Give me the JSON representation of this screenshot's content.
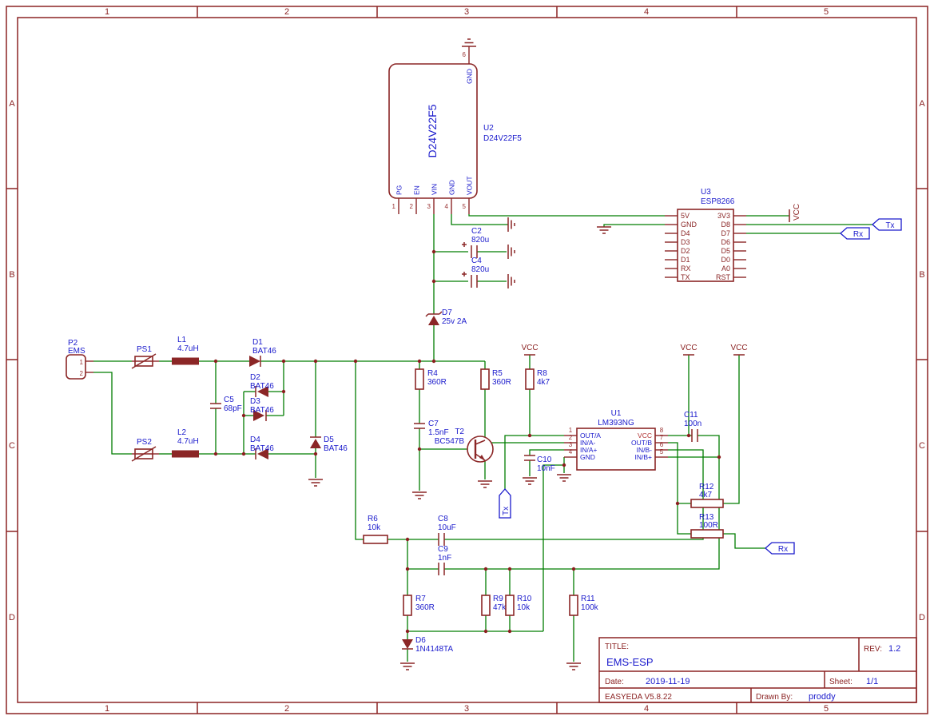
{
  "frame": {
    "cols": [
      "1",
      "2",
      "3",
      "4",
      "5"
    ],
    "rows": [
      "A",
      "B",
      "C",
      "D"
    ]
  },
  "power": {
    "vcc": "VCC"
  },
  "net_flags": {
    "tx": "Tx",
    "rx": "Rx"
  },
  "title_block": {
    "title_label": "TITLE:",
    "title": "EMS-ESP",
    "rev_label": "REV:",
    "rev": "1.2",
    "date_label": "Date:",
    "date": "2019-11-19",
    "sheet_label": "Sheet:",
    "sheet": "1/1",
    "tool": "EASYEDA V5.8.22",
    "drawn_by_label": "Drawn By:",
    "drawn_by": "proddy"
  },
  "components": {
    "u2": {
      "ref": "U2",
      "value": "D24V22F5",
      "body": "D24V22F5",
      "pins": [
        {
          "num": "1",
          "name": "PG"
        },
        {
          "num": "2",
          "name": "EN"
        },
        {
          "num": "3",
          "name": "VIN"
        },
        {
          "num": "4",
          "name": "GND"
        },
        {
          "num": "5",
          "name": "VOUT"
        },
        {
          "num": "6",
          "name": "GND"
        }
      ]
    },
    "u3": {
      "ref": "U3",
      "value": "ESP8266",
      "left_pins": [
        "5V",
        "GND",
        "D4",
        "D3",
        "D2",
        "D1",
        "RX",
        "TX"
      ],
      "right_pins": [
        "3V3",
        "D8",
        "D7",
        "D6",
        "D5",
        "D0",
        "A0",
        "RST"
      ]
    },
    "u1": {
      "ref": "U1",
      "value": "LM393NG",
      "left_pins": [
        {
          "num": "1",
          "name": "OUT/A"
        },
        {
          "num": "2",
          "name": "IN/A-"
        },
        {
          "num": "3",
          "name": "IN/A+"
        },
        {
          "num": "4",
          "name": "GND"
        }
      ],
      "right_pins": [
        {
          "num": "8",
          "name": "VCC"
        },
        {
          "num": "7",
          "name": "OUT/B"
        },
        {
          "num": "6",
          "name": "IN/B-"
        },
        {
          "num": "5",
          "name": "IN/B+"
        }
      ]
    },
    "p2": {
      "ref": "P2",
      "value": "EMS",
      "pin1": "1",
      "pin2": "2"
    },
    "ps1": {
      "ref": "PS1"
    },
    "ps2": {
      "ref": "PS2"
    },
    "l1": {
      "ref": "L1",
      "value": "4.7uH"
    },
    "l2": {
      "ref": "L2",
      "value": "4.7uH"
    },
    "d1": {
      "ref": "D1",
      "value": "BAT46"
    },
    "d2": {
      "ref": "D2",
      "value": "BAT46"
    },
    "d3": {
      "ref": "D3",
      "value": "BAT46"
    },
    "d4": {
      "ref": "D4",
      "value": "BAT46"
    },
    "d5": {
      "ref": "D5",
      "value": "BAT46"
    },
    "d6": {
      "ref": "D6",
      "value": "1N4148TA"
    },
    "d7": {
      "ref": "D7",
      "value": "25v 2A"
    },
    "c2": {
      "ref": "C2",
      "value": "820u"
    },
    "c4": {
      "ref": "C4",
      "value": "820u"
    },
    "c5": {
      "ref": "C5",
      "value": "68pF"
    },
    "c7": {
      "ref": "C7",
      "value": "1.5nF"
    },
    "c8": {
      "ref": "C8",
      "value": "10uF"
    },
    "c9": {
      "ref": "C9",
      "value": "1nF"
    },
    "c10": {
      "ref": "C10",
      "value": "10nF"
    },
    "c11": {
      "ref": "C11",
      "value": "100n"
    },
    "r4": {
      "ref": "R4",
      "value": "360R"
    },
    "r5": {
      "ref": "R5",
      "value": "360R"
    },
    "r6": {
      "ref": "R6",
      "value": "10k"
    },
    "r7": {
      "ref": "R7",
      "value": "360R"
    },
    "r8": {
      "ref": "R8",
      "value": "4k7"
    },
    "r9": {
      "ref": "R9",
      "value": "47k"
    },
    "r10": {
      "ref": "R10",
      "value": "10k"
    },
    "r11": {
      "ref": "R11",
      "value": "100k"
    },
    "r12": {
      "ref": "R12",
      "value": "4k7"
    },
    "r13": {
      "ref": "R13",
      "value": "100R"
    },
    "t2": {
      "ref": "T2",
      "value": "BC547B"
    }
  },
  "colors": {
    "wire": "#007d00",
    "symbol": "#8b2626",
    "label": "#1a1acc",
    "frame": "#8b2323"
  }
}
